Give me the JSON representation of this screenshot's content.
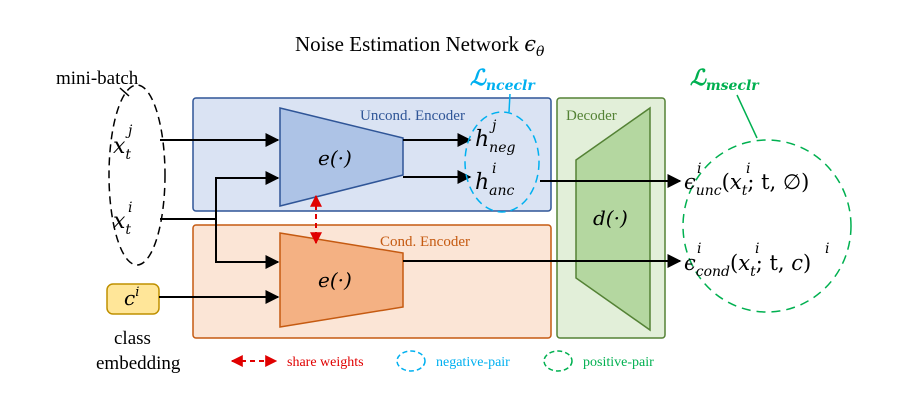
{
  "title": {
    "text": "Noise Estimation Network ",
    "symbol": "ϵ",
    "symbol_sub": "θ"
  },
  "mini_batch_label": "mini-batch",
  "inputs": {
    "x_j": {
      "base": "x",
      "sub": "t",
      "sup": "j"
    },
    "x_i": {
      "base": "x",
      "sub": "t",
      "sup": "i"
    },
    "c_i": {
      "base": "c",
      "sup": "i"
    }
  },
  "class_embedding_label": [
    "class",
    "embedding"
  ],
  "uncond_encoder": {
    "label": "Uncond. Encoder",
    "fn_label": "e(·)"
  },
  "cond_encoder": {
    "label": "Cond. Encoder",
    "fn_label": "e(·)"
  },
  "decoder": {
    "label": "Decoder",
    "fn_label": "d(·)"
  },
  "h_neg": {
    "base": "h",
    "sub": "neg",
    "sup": "j"
  },
  "h_anc": {
    "base": "h",
    "sub": "anc",
    "sup": "i"
  },
  "loss_nceclr": {
    "base": "ℒ",
    "sub": "nceclr"
  },
  "loss_mseclr": {
    "base": "ℒ",
    "sub": "mseclr"
  },
  "out_unc": {
    "base": "ϵ",
    "sub": "unc",
    "sup": "i",
    "args_pre": "(",
    "x": "x",
    "x_sub": "t",
    "x_sup": "i",
    "args_post": "; t, ∅)"
  },
  "out_cond": {
    "base": "ϵ",
    "sub": "cond",
    "sup": "i",
    "args_pre": "(",
    "x": "x",
    "x_sub": "t",
    "x_sup": "i",
    "args_mid": "; t, ",
    "c": "c",
    "c_sup": "i",
    "args_post": ")"
  },
  "legend": {
    "share_weights": "share weights",
    "negative_pair": "negative-pair",
    "positive_pair": "positive-pair"
  },
  "colors": {
    "uncond_fill": "#dae3f3",
    "uncond_stroke": "#2f5597",
    "uncond_trap": "#adc3e6",
    "cond_fill": "#fbe5d6",
    "cond_stroke": "#c55a11",
    "cond_trap": "#f4b183",
    "decoder_fill": "#e2efd9",
    "decoder_stroke": "#548235",
    "decoder_trap": "#b4d7a0",
    "class_fill": "#ffe699",
    "class_stroke": "#bf9000",
    "cyan": "#00b0f0",
    "green": "#00b050",
    "red": "#e00000"
  }
}
